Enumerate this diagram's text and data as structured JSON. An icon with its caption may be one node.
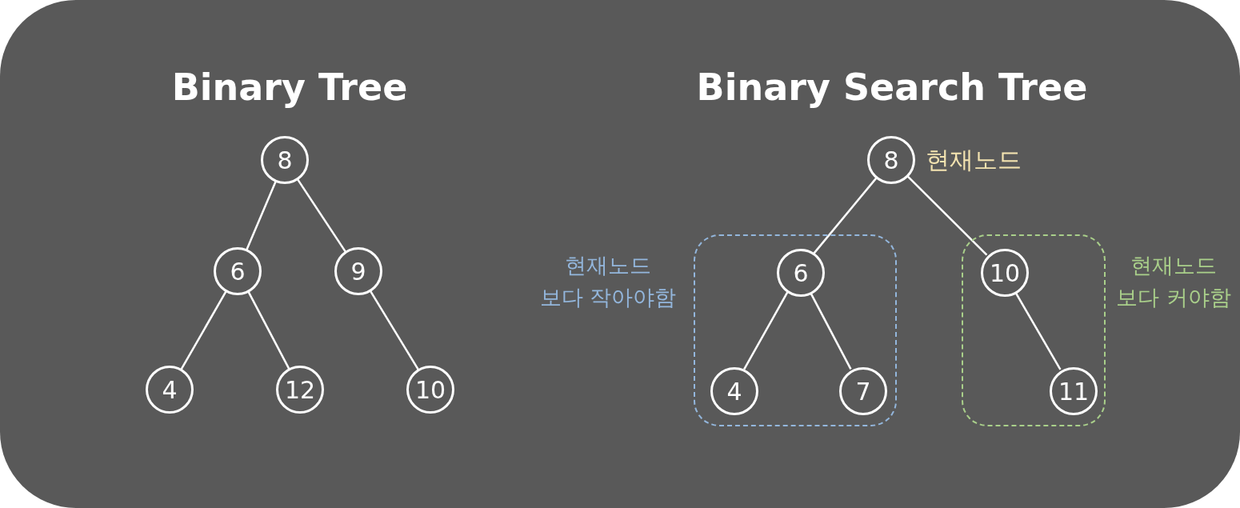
{
  "diagram": {
    "nodes": [
      {
        "text": [
          "8"
        ]
      },
      {
        "text": [
          "6"
        ]
      },
      {
        "text": [
          "9"
        ]
      },
      {
        "text": [
          "4"
        ]
      },
      {
        "text": [
          "12"
        ]
      },
      {
        "text": [
          "10"
        ]
      },
      {
        "text": [
          "8"
        ],
        "beside": [
          "현재노드"
        ]
      },
      {
        "text": [],
        "shape": "box",
        "beside": [
          "현재노드 보다 작아야함"
        ]
      },
      {
        "text": [
          "6"
        ],
        "in": 7
      },
      {
        "text": [
          "4"
        ],
        "in": 7
      },
      {
        "text": [
          "7"
        ],
        "in": 7
      },
      {
        "text": [],
        "shape": "box",
        "beside": [
          "현재노드 보다 커야함"
        ]
      },
      {
        "text": [
          "10"
        ],
        "in": 11
      },
      {
        "text": [
          "11"
        ],
        "in": 11
      }
    ],
    "edges": [
      {
        "from": 0,
        "to": 1,
        "arrow": "none"
      },
      {
        "from": 0,
        "to": 2,
        "arrow": "none"
      },
      {
        "from": 1,
        "to": 3,
        "arrow": "none"
      },
      {
        "from": 1,
        "to": 4,
        "arrow": "none"
      },
      {
        "from": 2,
        "to": 5,
        "arrow": "none"
      },
      {
        "from": 6,
        "to": 8,
        "arrow": "none"
      },
      {
        "from": 6,
        "to": 12,
        "arrow": "none"
      },
      {
        "from": 8,
        "to": 9,
        "arrow": "none"
      },
      {
        "from": 8,
        "to": 10,
        "arrow": "none"
      },
      {
        "from": 12,
        "to": 13,
        "arrow": "none"
      }
    ],
    "labels": [
      "Binary Tree",
      "Binary Search Tree"
    ]
  }
}
